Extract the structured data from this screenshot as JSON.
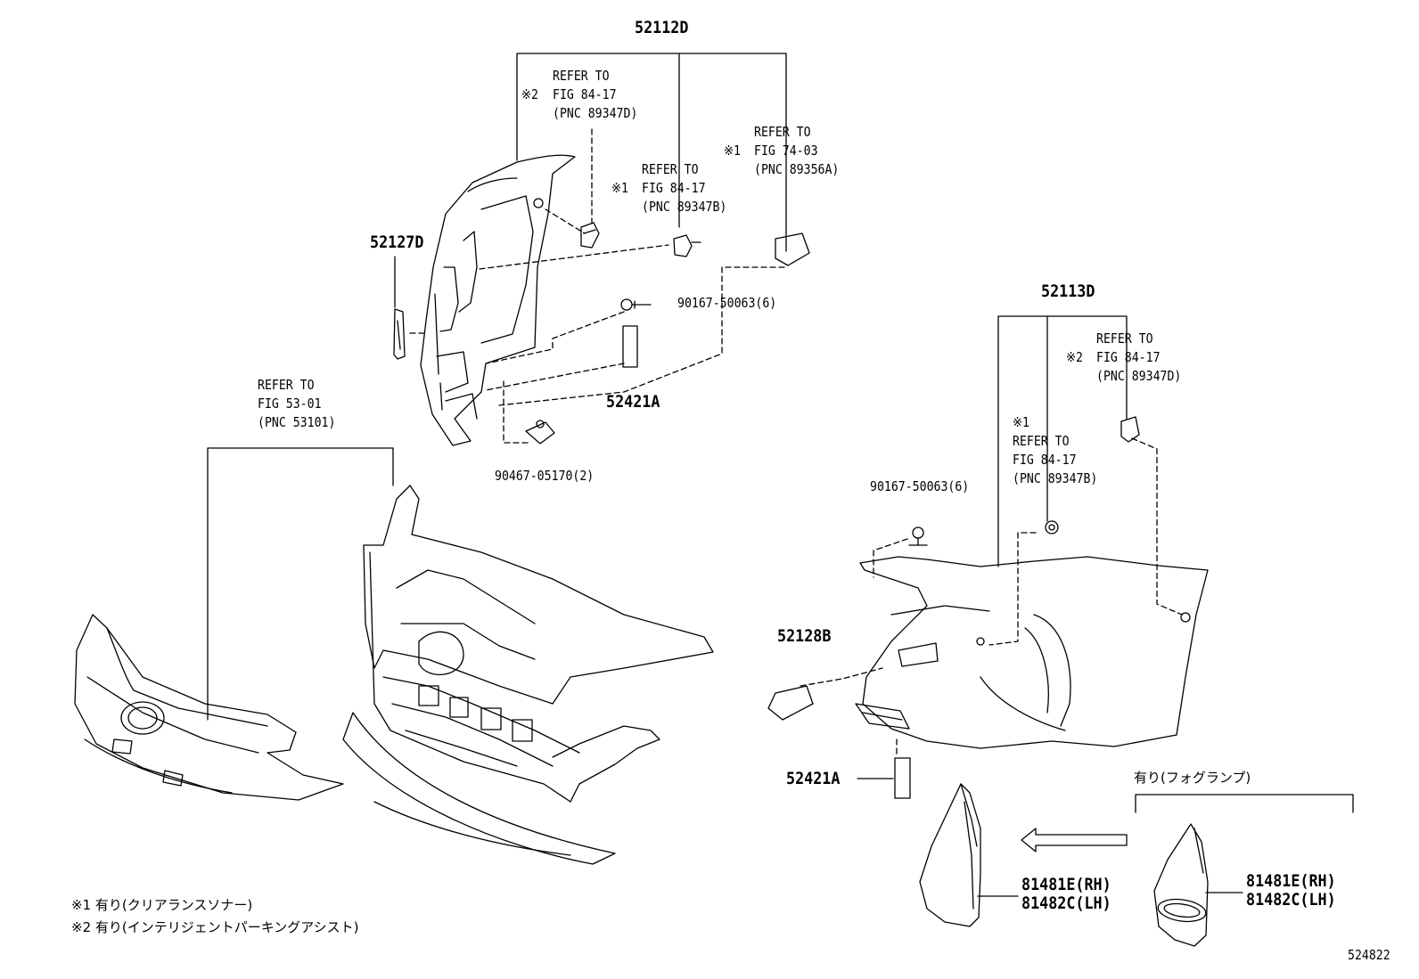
{
  "parts": {
    "p52112D": "52112D",
    "p52127D": "52127D",
    "p52113D": "52113D",
    "p52421A_top": "52421A",
    "p52421A_bottom": "52421A",
    "p52128B": "52128B",
    "screw_top": "90167-50063(6)",
    "screw_right": "90167-50063(6)",
    "clip": "90467-05170(2)",
    "lamp_left_rh": "81481E(RH)",
    "lamp_left_lh": "81482C(LH)",
    "lamp_right_rh": "81481E(RH)",
    "lamp_right_lh": "81482C(LH)",
    "diagram_number": "524822"
  },
  "refs": {
    "r1": {
      "mark": "※2",
      "line1": "REFER TO",
      "line2": "FIG 84-17",
      "line3": "(PNC 89347D)"
    },
    "r2": {
      "mark": "※1",
      "line1": "REFER TO",
      "line2": "FIG 84-17",
      "line3": "(PNC 89347B)"
    },
    "r3": {
      "mark": "※1",
      "line1": "REFER TO",
      "line2": "FIG 74-03",
      "line3": "(PNC 89356A)"
    },
    "r4": {
      "line1": "REFER TO",
      "line2": "FIG 53-01",
      "line3": "(PNC 53101)"
    },
    "r5": {
      "mark": "※2",
      "line1": "REFER TO",
      "line2": "FIG 84-17",
      "line3": "(PNC 89347D)"
    },
    "r6": {
      "mark": "※1",
      "line1": "REFER TO",
      "line2": "FIG 84-17",
      "line3": "(PNC 89347B)"
    }
  },
  "fog_note": "有り(フォグランプ)",
  "legend": {
    "note1": "※1 有り(クリアランスソナー)",
    "note2": "※2 有り(インテリジェントパーキングアシスト)"
  }
}
